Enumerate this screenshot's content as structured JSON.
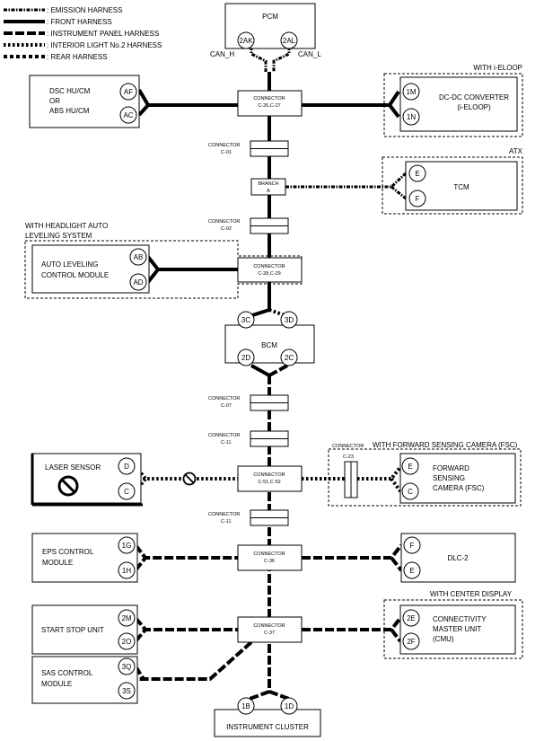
{
  "legend": [
    {
      "style": "emission",
      "label": ": EMISSION HARNESS"
    },
    {
      "style": "front",
      "label": ": FRONT HARNESS"
    },
    {
      "style": "ip",
      "label": ": INSTRUMENT PANEL HARNESS"
    },
    {
      "style": "int",
      "label": ": INTERIOR LIGHT No.2 HARNESS"
    },
    {
      "style": "rear",
      "label": ": REAR HARNESS"
    }
  ],
  "pcm": {
    "title": "PCM",
    "pin_l": "2AK",
    "pin_r": "2AL",
    "can_h": "CAN_H",
    "can_l": "CAN_L"
  },
  "dsc": {
    "line1": "DSC HU/CM",
    "line2": "OR",
    "line3": "ABS HU/CM",
    "pin_a": "AF",
    "pin_b": "AC"
  },
  "conn_c26": {
    "l1": "CONNECTOR",
    "l2": "C-26,C-27"
  },
  "dcdc": {
    "option": "WITH i-ELOOP",
    "line1": "DC-DC CONVERTER",
    "line2": "(i-ELOOP)",
    "pin_a": "1M",
    "pin_b": "1N"
  },
  "conn_c01": {
    "l1": "CONNECTOR",
    "l2": "C-01"
  },
  "branch": {
    "l1": "BRANCH",
    "l2": "A"
  },
  "tcm": {
    "option": "ATX",
    "title": "TCM",
    "pin_a": "E",
    "pin_b": "F"
  },
  "conn_c02": {
    "l1": "CONNECTOR",
    "l2": "C-02"
  },
  "alcm": {
    "option1": "WITH HEADLIGHT AUTO",
    "option2": "LEVELING SYSTEM",
    "line1": "AUTO LEVELING",
    "line2": "CONTROL MODULE",
    "pin_a": "AB",
    "pin_b": "AD"
  },
  "conn_c28": {
    "l1": "CONNECTOR",
    "l2": "C-28,C-29"
  },
  "bcm": {
    "title": "BCM",
    "pin_tl": "3C",
    "pin_tr": "3D",
    "pin_bl": "2D",
    "pin_br": "2C"
  },
  "conn_c07": {
    "l1": "CONNECTOR",
    "l2": "C-07"
  },
  "conn_c11a": {
    "l1": "CONNECTOR",
    "l2": "C-11"
  },
  "laser": {
    "title": "LASER SENSOR",
    "pin_a": "D",
    "pin_b": "C"
  },
  "conn_c51": {
    "l1": "CONNECTOR",
    "l2": "C-51,C-52"
  },
  "conn_c23": {
    "l1": "CONNECTOR",
    "l2": "C-23"
  },
  "fsc": {
    "option": "WITH FORWARD SENSING CAMERA (FSC)",
    "line1": "FORWARD",
    "line2": "SENSING",
    "line3": "CAMERA (FSC)",
    "pin_a": "E",
    "pin_b": "C"
  },
  "conn_c11b": {
    "l1": "CONNECTOR",
    "l2": "C-11"
  },
  "eps": {
    "line1": "EPS CONTROL",
    "line2": "MODULE",
    "pin_a": "1G",
    "pin_b": "1H"
  },
  "conn_c36": {
    "l1": "CONNECTOR",
    "l2": "C-36"
  },
  "dlc": {
    "title": "DLC-2",
    "pin_a": "F",
    "pin_b": "E"
  },
  "ssu": {
    "title": "START STOP UNIT",
    "pin_a": "2M",
    "pin_b": "2O"
  },
  "conn_c37": {
    "l1": "CONNECTOR",
    "l2": "C-37"
  },
  "cmu": {
    "option": "WITH CENTER DISPLAY",
    "line1": "CONNECTIVITY",
    "line2": "MASTER UNIT",
    "line3": "(CMU)",
    "pin_a": "2E",
    "pin_b": "2F"
  },
  "sas": {
    "line1": "SAS CONTROL",
    "line2": "MODULE",
    "pin_a": "3Q",
    "pin_b": "3S"
  },
  "ic": {
    "title": "INSTRUMENT CLUSTER",
    "pin_a": "1B",
    "pin_b": "1D"
  }
}
